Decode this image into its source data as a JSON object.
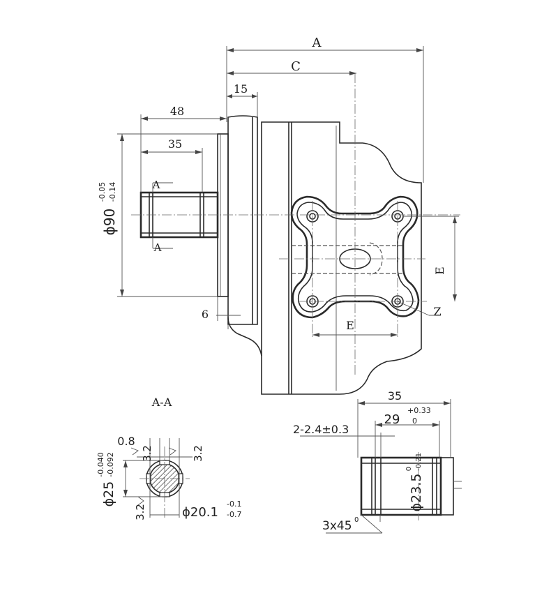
{
  "main_view": {
    "dim_A": "A",
    "dim_C": "C",
    "dim_15": "15",
    "dim_48": "48",
    "dim_35": "35",
    "dim_6": "6",
    "dim_E_vertical": "E",
    "dim_E_horizontal": "E",
    "label_Z": "Z",
    "section_mark_top": "A",
    "section_mark_bottom": "A",
    "pilot_diameter": "ϕ90",
    "pilot_tol_upper": "-0.05",
    "pilot_tol_lower": "-0.14"
  },
  "section_view": {
    "title": "A-A",
    "dim_0_8": "0.8",
    "dim_3_2_a": "3.2",
    "dim_3_2_b": "3.2",
    "dim_3_2_c": "3.2",
    "outer_diameter": "ϕ25",
    "outer_tol_upper": "-0.040",
    "outer_tol_lower": "-0.092",
    "root_diameter": "ϕ20.1",
    "root_tol_upper": "-0.1",
    "root_tol_lower": "-0.7"
  },
  "shaft_detail": {
    "dim_35": "35",
    "dim_29": "29",
    "dim_29_tol_upper": "+0.33",
    "dim_29_tol_lower": "0",
    "groove_spec": "2-2.4±0.3",
    "diameter": "ϕ23.5",
    "diameter_tol_upper": "0",
    "diameter_tol_lower": "-0.21",
    "chamfer": "3x45",
    "chamfer_degree": "0"
  }
}
